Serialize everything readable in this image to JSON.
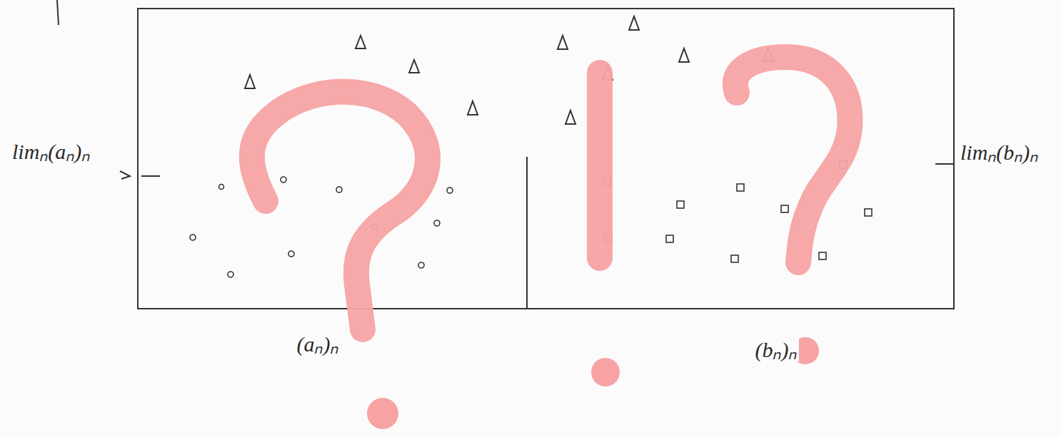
{
  "diagram": {
    "labels": [
      "limₙ(aₙ)ₙ",
      "limₙ(bₙ)ₙ",
      "(aₙ)ₙ",
      "(bₙ)ₙ"
    ]
  }
}
